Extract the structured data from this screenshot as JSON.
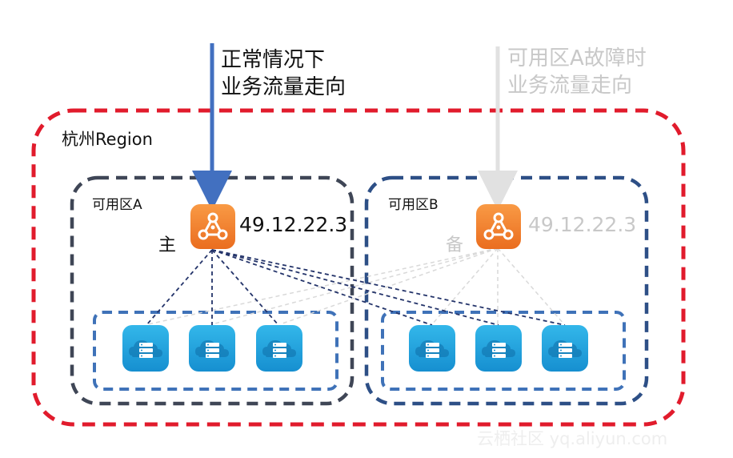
{
  "flows": {
    "normal_line1": "正常情况下",
    "normal_line2": "业务流量走向",
    "failover_line1": "可用区A故障时",
    "failover_line2": "业务流量走向"
  },
  "region": {
    "label": "杭州Region"
  },
  "zones": [
    {
      "label": "可用区A",
      "role": "主",
      "ip": "49.12.22.3"
    },
    {
      "label": "可用区B",
      "role": "备",
      "ip": "49.12.22.3"
    }
  ],
  "watermark": "云栖社区 yq.aliyun.com",
  "colors": {
    "region_border": "#e11b2c",
    "zone_a_border": "#3f4656",
    "zone_b_border": "#2d4f86",
    "server_group_border": "#3f72b8",
    "normal_arrow": "#4270c0",
    "failover_arrow": "#e1e1e1",
    "slb_orange": "#f07d2a",
    "server_blue": "#23a8df",
    "active_link": "#24346a",
    "standby_link": "#d9d9d9"
  },
  "icons": {
    "slb": "load-balancer-icon",
    "server": "cloud-server-icon"
  }
}
